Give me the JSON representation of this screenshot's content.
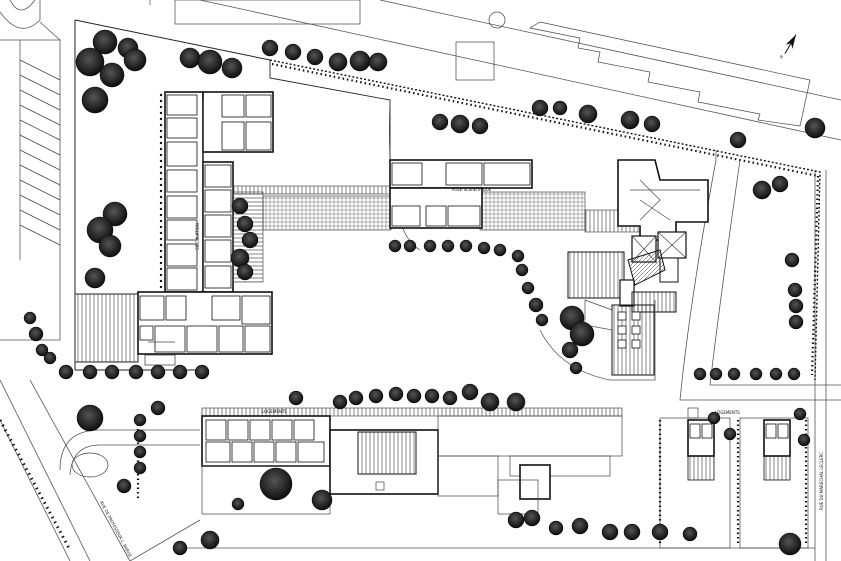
{
  "plan": {
    "north_label": "N",
    "labels": {
      "pole_scientifique": "PÔLE SCIENTIFIQUE",
      "logements_center": "LOGEMENTS",
      "logements_right": "LOGEMENTS",
      "rue_maurice": "RUE DU MARECHAL LECLERC",
      "rue_left": "RUE DE PROFESSEUR L. BARDE",
      "wing_corridor": "CIRCULATION"
    }
  }
}
